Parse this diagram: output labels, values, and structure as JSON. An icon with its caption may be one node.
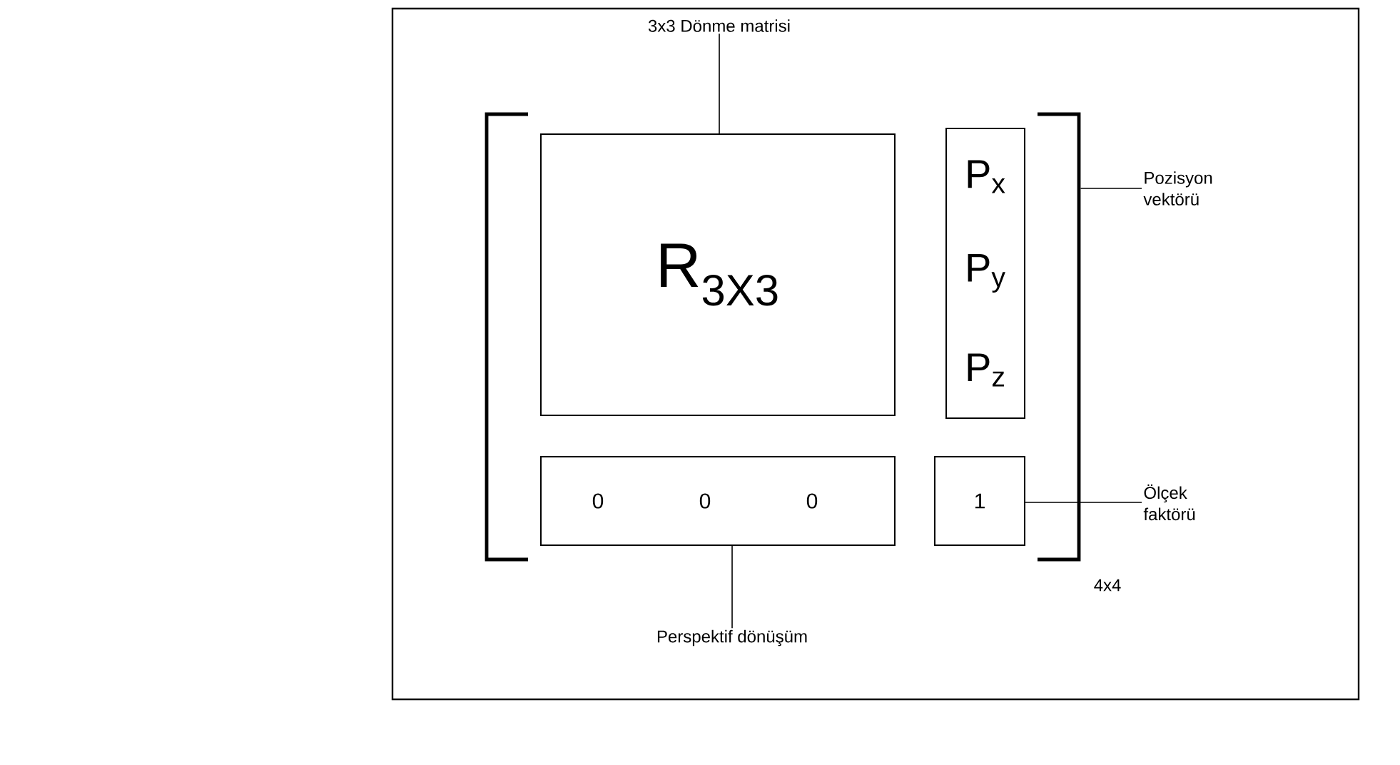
{
  "diagram": {
    "nodes": [
      {
        "text": [
          "3x3 Dönme matrisi"
        ]
      },
      {
        "text": [
          "R$_{3X3}$"
        ]
      },
      {
        "text": [
          "P$_{x}$",
          "P$_{y}$",
          "P$_{z}$"
        ]
      },
      {
        "text": [
          "Pozisyon vektörü"
        ]
      },
      {
        "text": [
          "0",
          "0",
          "0"
        ]
      },
      {
        "text": [
          "1"
        ]
      },
      {
        "text": [
          "Ölçek faktörü"
        ]
      },
      {
        "text": [
          "Perspektif dönüşüm"
        ]
      },
      {
        "text": [],
        "shape": "bracket"
      }
    ],
    "edges": [
      {
        "from": 0,
        "to": 1,
        "arrow": "none"
      },
      {
        "from": 3,
        "to": 8,
        "arrow": "none"
      },
      {
        "from": 6,
        "to": 5,
        "arrow": "none"
      },
      {
        "from": 7,
        "to": 4,
        "arrow": "none"
      }
    ],
    "labels": [
      "4x4"
    ]
  }
}
